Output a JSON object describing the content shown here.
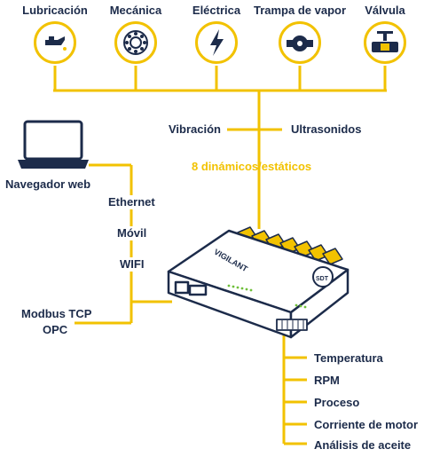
{
  "sensors": [
    {
      "label": "Lubricación",
      "icon": "oil-can-icon"
    },
    {
      "label": "Mecánica",
      "icon": "bearing-icon"
    },
    {
      "label": "Eléctrica",
      "icon": "lightning-bolt-icon"
    },
    {
      "label": "Trampa de vapor",
      "icon": "steam-trap-icon"
    },
    {
      "label": "Válvula",
      "icon": "valve-icon"
    }
  ],
  "vibracion": "Vibración",
  "ultrasonidos": "Ultrasonidos",
  "dinamicos": "8 dinámicos/estáticos",
  "navegador": "Navegador web",
  "ethernet": "Ethernet",
  "movil": "Móvil",
  "wifi": "WIFI",
  "modbus_line1": "Modbus TCP",
  "modbus_line2": "OPC",
  "device_brand": "VIGILANT",
  "device_badge": "SDT",
  "outputs": [
    "Temperatura",
    "RPM",
    "Proceso",
    "Corriente de motor",
    "Análisis de aceite"
  ],
  "colors": {
    "accent": "#f2c200",
    "navy": "#1c2b4a",
    "line": "#f2c200"
  }
}
